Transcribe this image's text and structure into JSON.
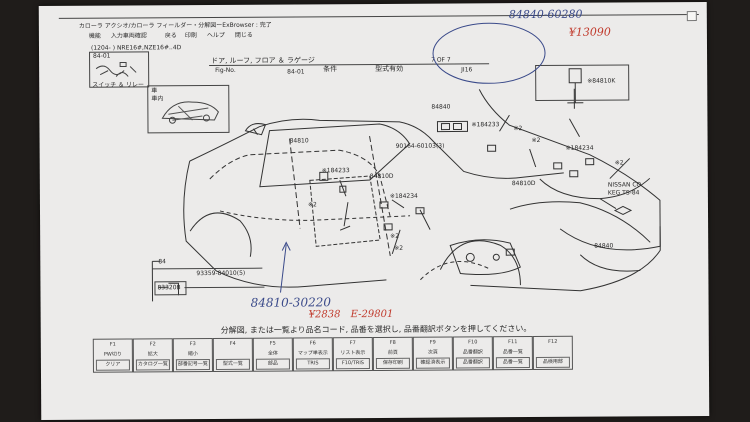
{
  "window": {
    "title": "カローラ アクシオ/カローラ フィールダー・分解図ーExBrowser : 完了",
    "menu": [
      "機能",
      "入力車両確認",
      "戻る",
      "印刷",
      "ヘルプ",
      "閉じる"
    ],
    "ribbon_text": "(1204- ) NRE16#,NZE16#..4D",
    "thumb_code": "84-01",
    "thumb_caption": "スイッチ ＆ リレー"
  },
  "header": {
    "title_top": "ドア, ルーフ, フロア ＆ ラゲージ",
    "fig_no_label": "Fig-No.",
    "fig_no": "84-01",
    "condition_label": "条件",
    "year_label": "型式有効",
    "page_indicator": "7 OF 7",
    "code": "JI16"
  },
  "preview": {
    "label": "車",
    "sublabel": "車内"
  },
  "callouts": {
    "c84840_left": "84840",
    "c84810": "84810",
    "c184233_a": "※184233",
    "c184233_b": "※184233",
    "c84810D": "84810D",
    "c184234_mid": "※184234",
    "c2_a": "※2",
    "c2_b": "※2",
    "c2_c": "※2",
    "c2_d": "※2",
    "c2_e": "※2",
    "c2_f": "※2",
    "c90164": "90164-60103(3)",
    "c184234_right": "※184234",
    "c84810D_right": "84810D",
    "c84810K": "※84810K",
    "c84840_right": "84840",
    "c84": "84",
    "c83320B": "83320B",
    "c93359": "93359-84010(5)",
    "nissan_emblem": "NISSAN CO.",
    "nissan_sub": "KEG TS-84"
  },
  "handwriting": {
    "top_numbers": "84840-60280",
    "top_price": "¥13090",
    "bottom_left": "84810-30220",
    "bottom_price": "¥2838",
    "bottom_code": "E-29801"
  },
  "instruction": "分解図, または一覧より品名コード, 品番を選択し, 品番翻訳ボタンを押してください。",
  "fkeys": [
    {
      "fn": "F1",
      "label": "PW切り",
      "button": "クリア"
    },
    {
      "fn": "F2",
      "label": "拡大",
      "button": "カタログ一覧"
    },
    {
      "fn": "F3",
      "label": "縮小",
      "button": "部番記号一覧"
    },
    {
      "fn": "F4",
      "label": "",
      "button": "型式一覧"
    },
    {
      "fn": "F5",
      "label": "全体",
      "button": "部品"
    },
    {
      "fn": "F6",
      "label": "マップ単表示",
      "button": "TRIS"
    },
    {
      "fn": "F7",
      "label": "リスト表示",
      "button": "F10/TRIS"
    },
    {
      "fn": "F8",
      "label": "前頁",
      "button": "保存印刷"
    },
    {
      "fn": "F9",
      "label": "次頁",
      "button": "確認済表示"
    },
    {
      "fn": "F10",
      "label": "品番翻訳",
      "button": "品番翻訳"
    },
    {
      "fn": "F11",
      "label": "品番一覧",
      "button": "品番一覧"
    },
    {
      "fn": "F12",
      "label": "",
      "button": "品検用部"
    }
  ],
  "colors": {
    "paper": "#ecebea",
    "ink": "#2a2a2a",
    "red_pen": "#c0392b",
    "blue_pen": "#3a4a8a",
    "background": "#1f1c1a"
  }
}
